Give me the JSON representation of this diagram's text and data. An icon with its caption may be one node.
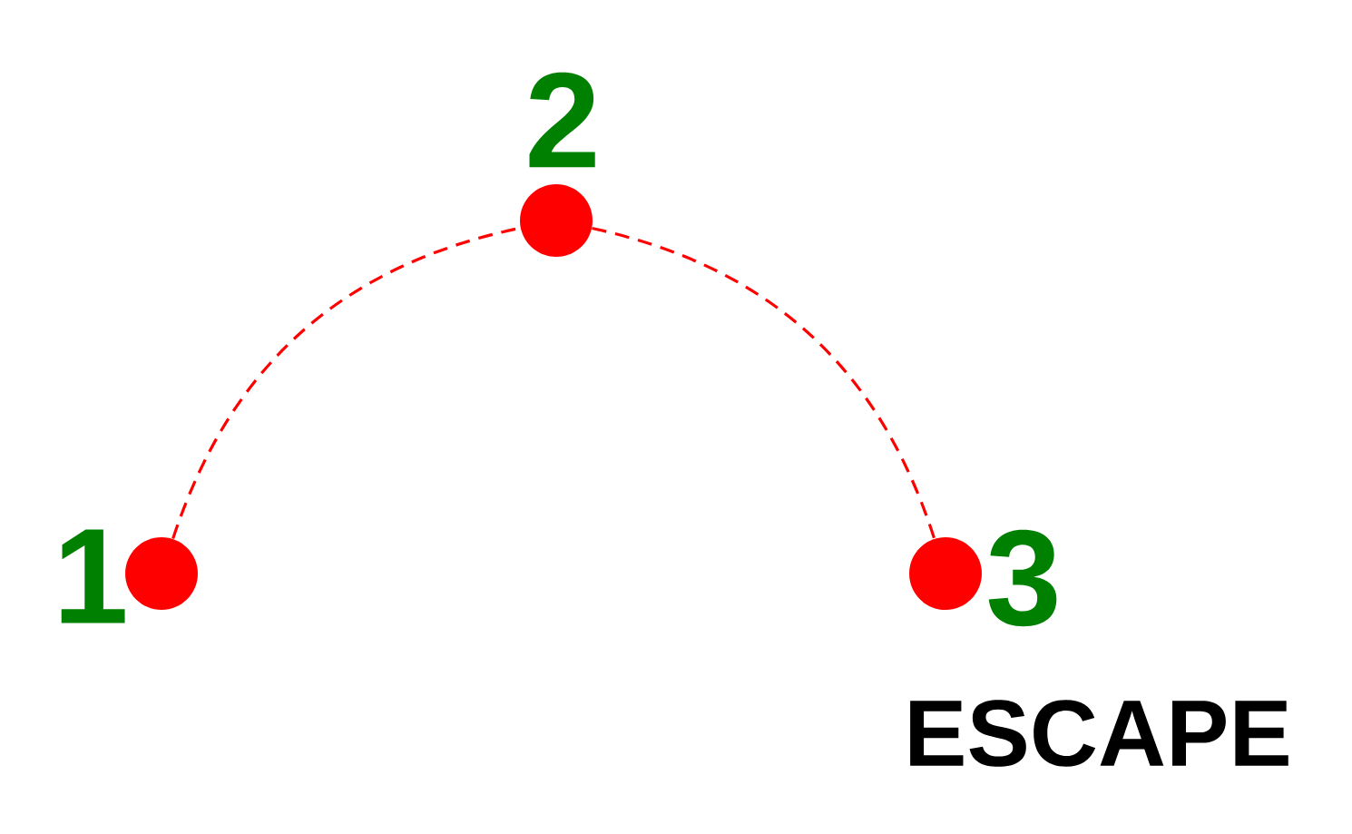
{
  "diagram": {
    "nodes": [
      {
        "text": [],
        "shape": "circle",
        "beside": [
          "1"
        ]
      },
      {
        "text": [],
        "shape": "circle",
        "beside": [
          "2"
        ]
      },
      {
        "text": [],
        "shape": "circle",
        "beside": [
          "3"
        ]
      }
    ],
    "edges": [
      {
        "from": 0,
        "to": 1,
        "arrow": "none",
        "style": "dashed"
      },
      {
        "from": 1,
        "to": 2,
        "arrow": "none",
        "style": "dashed"
      }
    ],
    "labels": [
      "ESCAPE"
    ]
  }
}
